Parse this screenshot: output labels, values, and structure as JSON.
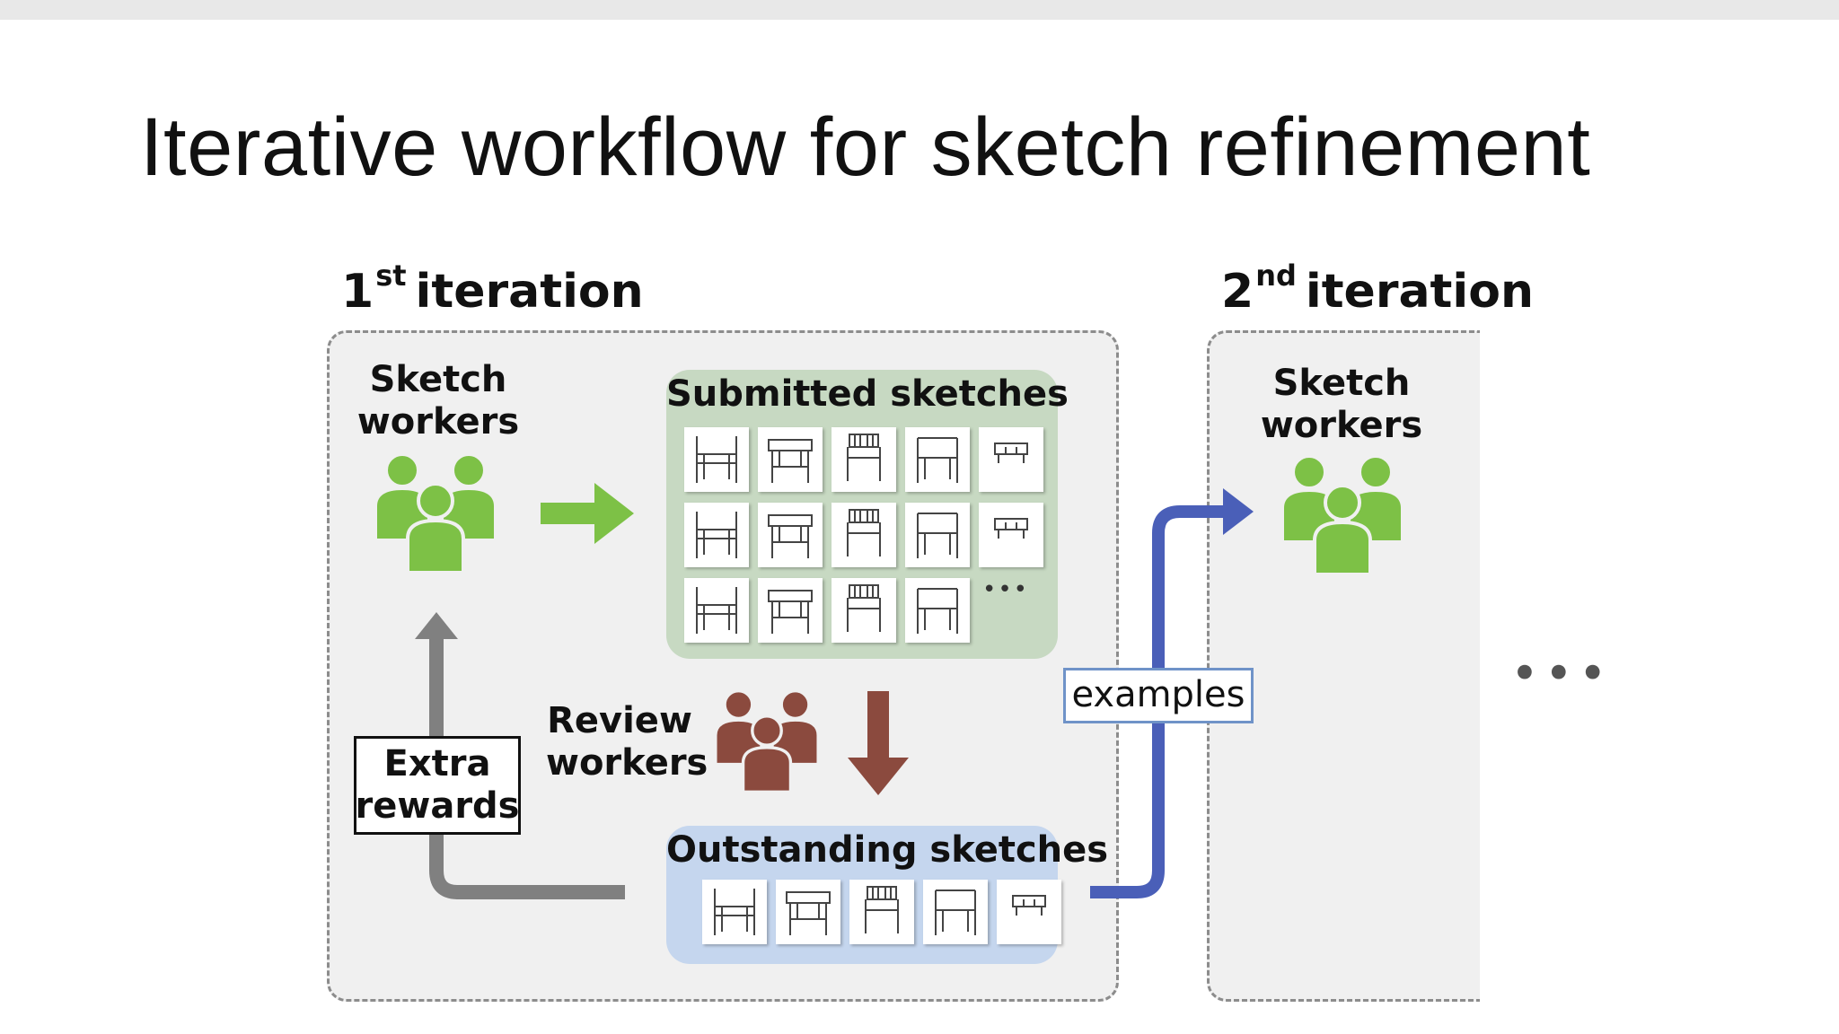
{
  "slide": {
    "title": "Iterative workflow for sketch refinement",
    "iteration1": {
      "number": "1",
      "suffix": "st",
      "word": "iteration"
    },
    "iteration2": {
      "number": "2",
      "suffix": "nd",
      "word": "iteration"
    },
    "sketch_workers_1": [
      "Sketch",
      "workers"
    ],
    "sketch_workers_2": [
      "Sketch",
      "workers"
    ],
    "submitted": {
      "title": "Submitted sketches",
      "tile_count": 14,
      "more": "•••"
    },
    "review_workers": [
      "Review",
      "workers"
    ],
    "outstanding": {
      "title": "Outstanding sketches",
      "tile_count": 5
    },
    "extra_rewards": [
      "Extra",
      "rewards"
    ],
    "examples_label": "examples",
    "continuation": "•••"
  },
  "colors": {
    "green": "#7dc146",
    "brown": "#8b4a3e",
    "gray_arrow": "#808080",
    "blue_arrow": "#4a5fb8",
    "submitted_bg": "#c7d9c2",
    "outstanding_bg": "#c5d6ee",
    "panel_bg": "#f0f0f0"
  },
  "icons": [
    "people-group-icon",
    "arrow-right-icon",
    "arrow-down-icon",
    "arrow-up-icon",
    "sketch-thumbnail-icon"
  ]
}
